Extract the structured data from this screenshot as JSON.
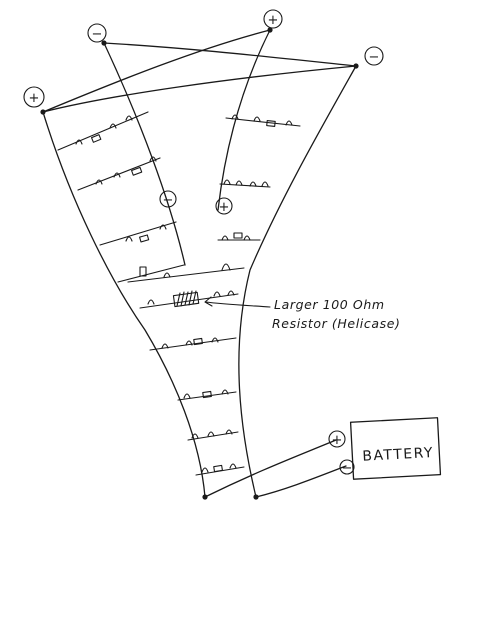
{
  "terminals": {
    "top_left_positive": "+",
    "top_center_negative": "−",
    "top_right_positive": "+",
    "right_negative": "−",
    "inner_left_negative": "−",
    "inner_right_positive": "+",
    "battery_positive": "+",
    "battery_negative": "−"
  },
  "annotation": {
    "line1": "Larger 100 Ohm",
    "line2": "Resistor (Helicase)"
  },
  "battery": {
    "label": "BATTERY"
  }
}
